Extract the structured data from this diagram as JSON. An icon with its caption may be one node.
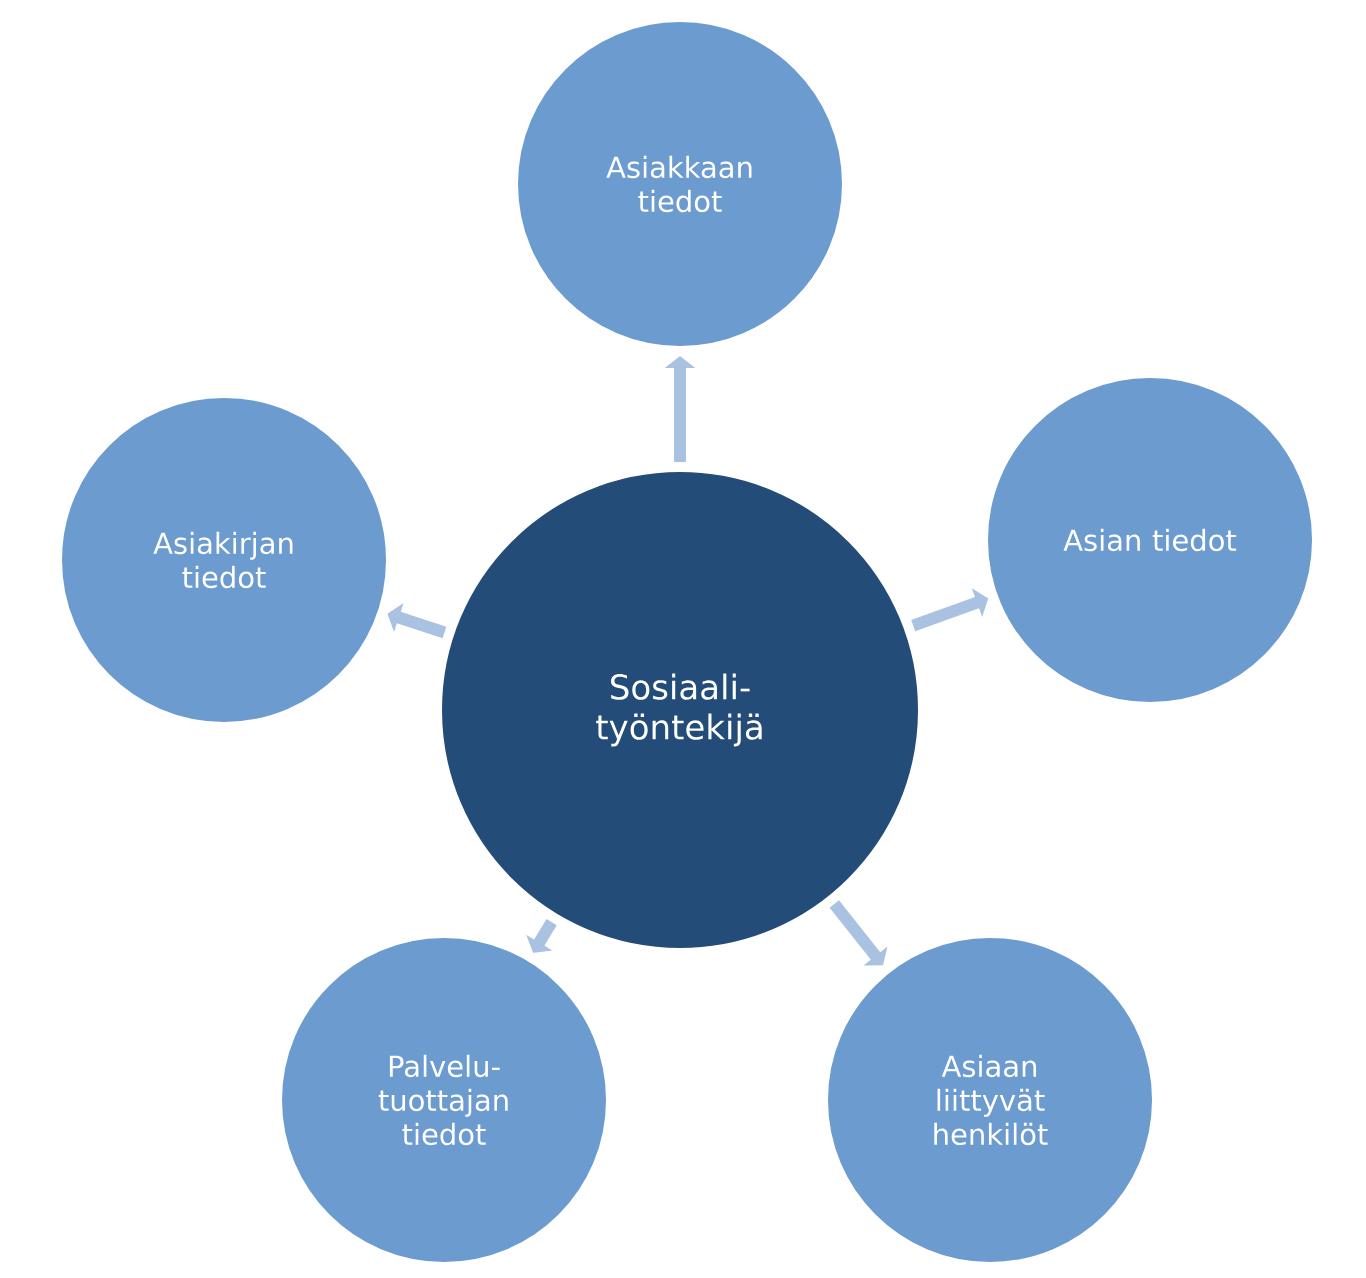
{
  "diagram": {
    "nodes": [
      {
        "text": [
          "Sosiaali- työntekijä"
        ]
      },
      {
        "text": [
          "Asiakkaan tiedot"
        ]
      },
      {
        "text": [
          "Asian tiedot"
        ]
      },
      {
        "text": [
          "Asiaan liittyvät henkilöt"
        ]
      },
      {
        "text": [
          "Palvelu- tuottajan tiedot"
        ]
      },
      {
        "text": [
          "Asiakirjan tiedot"
        ]
      }
    ],
    "edges": [
      {
        "from": 0,
        "to": 1,
        "arrow": "to"
      },
      {
        "from": 0,
        "to": 2,
        "arrow": "to"
      },
      {
        "from": 0,
        "to": 3,
        "arrow": "to"
      },
      {
        "from": 0,
        "to": 4,
        "arrow": "to"
      },
      {
        "from": 0,
        "to": 5,
        "arrow": "to"
      }
    ]
  }
}
